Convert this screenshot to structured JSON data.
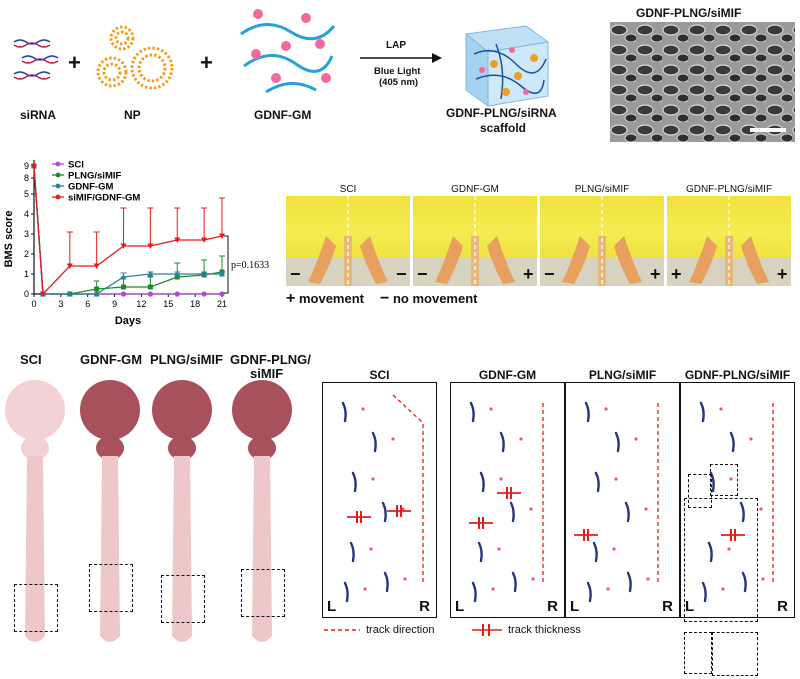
{
  "scheme": {
    "sirna_label": "siRNA",
    "np_label": "NP",
    "gdnf_label": "GDNF-GM",
    "plus": "+",
    "arrow_top": "LAP",
    "arrow_bottom_1": "Blue Light",
    "arrow_bottom_2": "(405 nm)",
    "product_1": "GDNF-PLNG/siRNA",
    "product_2": "scaffold",
    "sem_title": "GDNF-PLNG/siMIF"
  },
  "chart_data": {
    "type": "line",
    "xlabel": "Days",
    "ylabel": "BMS score",
    "x_ticks": [
      0,
      3,
      6,
      9,
      12,
      15,
      18,
      21
    ],
    "y_ticks": [
      0,
      1,
      2,
      3,
      4,
      5
    ],
    "y_ticks_top": [
      8,
      9
    ],
    "xlim": [
      0,
      21
    ],
    "ylim": [
      0,
      5.5
    ],
    "annotation": "p=0.1633",
    "legend": "top-left",
    "series": [
      {
        "name": "SCI",
        "color": "#b04ad8",
        "x": [
          0,
          1,
          4,
          7,
          10,
          13,
          16,
          19,
          21
        ],
        "y": [
          9,
          0,
          0,
          0,
          0,
          0,
          0,
          0,
          0
        ],
        "err": [
          0,
          0,
          0,
          0,
          0,
          0,
          0,
          0,
          0
        ]
      },
      {
        "name": "PLNG/siMIF",
        "color": "#1e8a2a",
        "x": [
          0,
          1,
          4,
          7,
          10,
          13,
          16,
          19,
          21
        ],
        "y": [
          9,
          0,
          0,
          0.25,
          0.35,
          0.35,
          0.85,
          0.95,
          1.1
        ],
        "err": [
          0,
          0,
          0,
          0.4,
          0.5,
          0.5,
          0.7,
          0.75,
          0.8
        ]
      },
      {
        "name": "GDNF-GM",
        "color": "#2a7f9e",
        "x": [
          0,
          1,
          4,
          7,
          10,
          13,
          16,
          19,
          21
        ],
        "y": [
          9,
          0,
          0,
          0,
          0.85,
          1.0,
          1.0,
          1.0,
          1.0
        ],
        "err": [
          0,
          0,
          0,
          0,
          0.2,
          0.1,
          0.1,
          0.1,
          0.1
        ]
      },
      {
        "name": "siMIF/GDNF-GM",
        "color": "#e41c1c",
        "x": [
          0,
          1,
          4,
          7,
          10,
          13,
          16,
          19,
          21
        ],
        "y": [
          9,
          0,
          1.4,
          1.4,
          2.4,
          2.4,
          2.7,
          2.7,
          2.9
        ],
        "err": [
          0,
          0,
          1.7,
          1.7,
          1.9,
          1.9,
          1.6,
          1.6,
          1.9
        ]
      }
    ]
  },
  "legs": {
    "titles": [
      "SCI",
      "GDNF-GM",
      "PLNG/siMIF",
      "GDNF-PLNG/siMIF"
    ],
    "signs": [
      [
        "−",
        "−"
      ],
      [
        "−",
        "+"
      ],
      [
        "−",
        "+"
      ],
      [
        "+",
        "+"
      ]
    ],
    "legend_plus": "movement",
    "legend_minus": "no movement",
    "plus_sym": "+",
    "minus_sym": "−"
  },
  "cords": {
    "titles": [
      "SCI",
      "GDNF-GM",
      "PLNG/siMIF",
      "GDNF-PLNG/"
    ],
    "title_extra": "siMIF"
  },
  "tracks": {
    "titles": [
      "SCI",
      "GDNF-GM",
      "PLNG/siMIF",
      "GDNF-PLNG/siMIF"
    ],
    "left": "L",
    "right": "R",
    "legend_direction": "track direction",
    "legend_thickness": "track thickness"
  },
  "colors": {
    "cord_pink": "#e8b8b8",
    "brain_dark": "#a8505c",
    "accent_red": "#e02020",
    "sirna_blue": "#2040c0",
    "np_orange": "#f0a020",
    "gm_blue": "#2aa0d8",
    "gm_pink": "#f06aa0"
  }
}
